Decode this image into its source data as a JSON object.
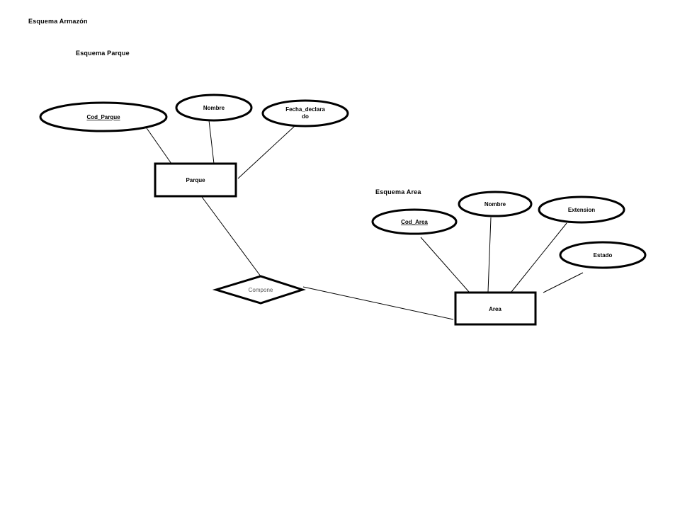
{
  "headings": {
    "main_title": "Esquema Armazón",
    "parque_title": "Esquema  Parque",
    "area_title": "Esquema  Area"
  },
  "entities": {
    "parque": "Parque",
    "area": "Area"
  },
  "relationship": {
    "compone": "Compone"
  },
  "attributes": {
    "cod_parque": "Cod_Parque",
    "nombre_parque": "Nombre",
    "fecha_line1": "Fecha_declara",
    "fecha_line2": "do",
    "cod_area": "Cod_Area",
    "nombre_area": "Nombre",
    "extension": "Extension",
    "estado": "Estado"
  },
  "colors": {
    "stroke": "#000000",
    "background": "#ffffff",
    "relationship_text": "#555555"
  }
}
